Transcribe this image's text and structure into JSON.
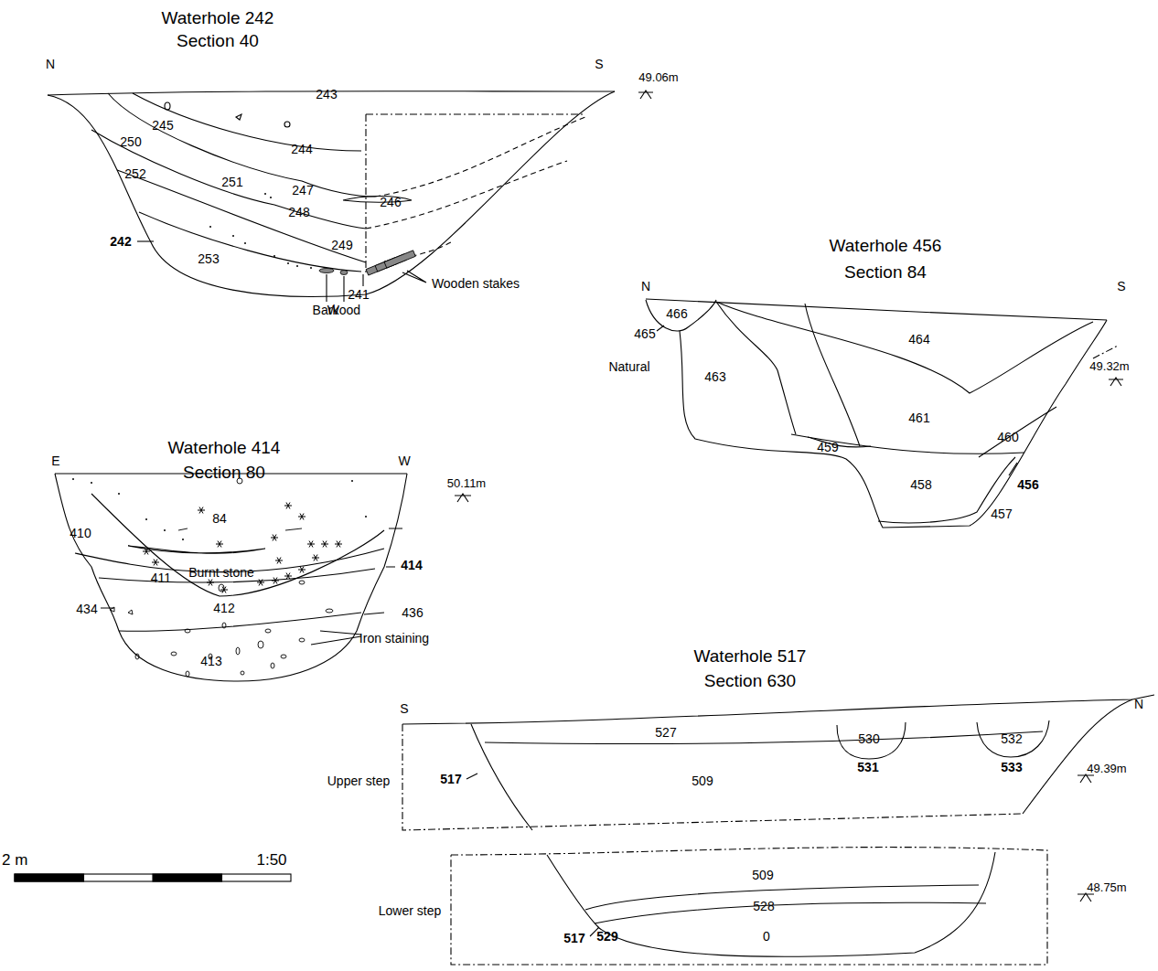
{
  "diagram": {
    "labels": [
      "Waterhole 242",
      "Section 40",
      "N",
      "S",
      "49.06m",
      "243",
      "245",
      "244",
      "250",
      "252",
      "251",
      "247",
      "246",
      "248",
      "249",
      "242",
      "253",
      "241",
      "Bark",
      "Wood",
      "Wooden stakes",
      "Waterhole 456",
      "Section 84",
      "N",
      "S",
      "466",
      "465",
      "464",
      "Natural",
      "463",
      "49.32m",
      "461",
      "459",
      "460",
      "458",
      "456",
      "457",
      "Waterhole 414",
      "Section 80",
      "E",
      "W",
      "50.11m",
      "84",
      "410",
      "411",
      "Burnt stone",
      "414",
      "434",
      "412",
      "436",
      "Iron staining",
      "413",
      "Waterhole 517",
      "Section 630",
      "S",
      "N",
      "527",
      "530",
      "532",
      "Upper step",
      "517",
      "509",
      "531",
      "533",
      "49.39m",
      "509",
      "48.75m",
      "Lower step",
      "528",
      "517",
      "529",
      "0",
      "2 m",
      "1:50"
    ]
  }
}
